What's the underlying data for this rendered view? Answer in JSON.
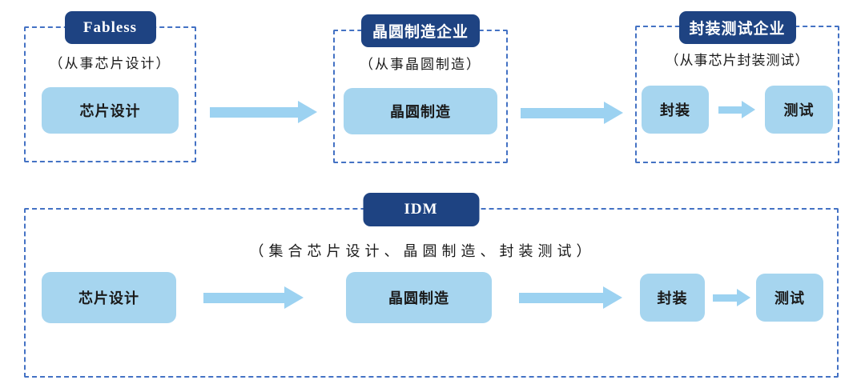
{
  "colors": {
    "badge_bg": "#1E4382",
    "badge_text": "#FFFFFF",
    "step_bg": "#A6D5EF",
    "arrow": "#9CD2F1",
    "dashed_border": "#4472C4",
    "text": "#1A1A1A"
  },
  "groups": {
    "fabless": {
      "badge": "Fabless",
      "subtitle": "（从事芯片设计）",
      "steps": [
        "芯片设计"
      ]
    },
    "foundry": {
      "badge": "晶圆制造企业",
      "subtitle": "（从事晶圆制造）",
      "steps": [
        "晶圆制造"
      ]
    },
    "osat": {
      "badge": "封装测试企业",
      "subtitle": "（从事芯片封装测试）",
      "steps": [
        "封装",
        "测试"
      ]
    },
    "idm": {
      "badge": "IDM",
      "subtitle": "（集合芯片设计、晶圆制造、封装测试）",
      "steps": [
        "芯片设计",
        "晶圆制造",
        "封装",
        "测试"
      ]
    }
  }
}
